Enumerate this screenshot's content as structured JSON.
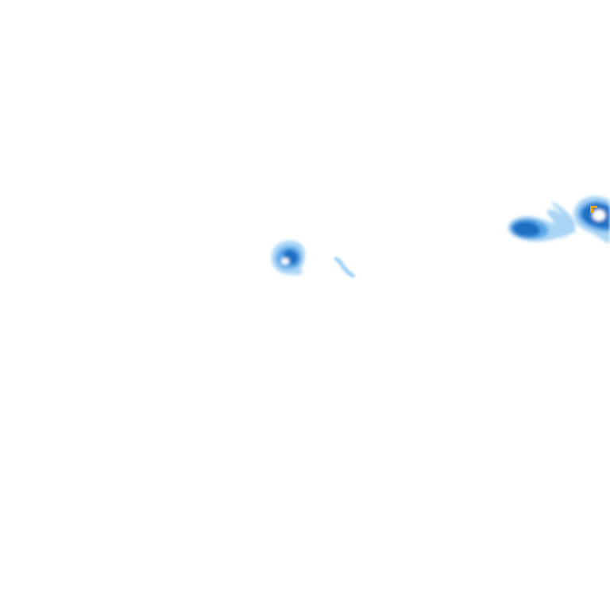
{
  "map": {
    "type": "precipitation-radar-tile",
    "background_color": "#ffffff",
    "intensity_palette": {
      "light": "#a9d4f5",
      "medium": "#5aa8e8",
      "heavy": "#1e6fc4",
      "extreme": "#e0a020"
    },
    "echoes": [
      {
        "name": "echo-west-cell",
        "intensity": "heavy"
      },
      {
        "name": "echo-central-streak",
        "intensity": "light"
      },
      {
        "name": "echo-east-band",
        "intensity": "heavy"
      },
      {
        "name": "echo-east-edge-cell",
        "intensity": "extreme"
      }
    ]
  }
}
